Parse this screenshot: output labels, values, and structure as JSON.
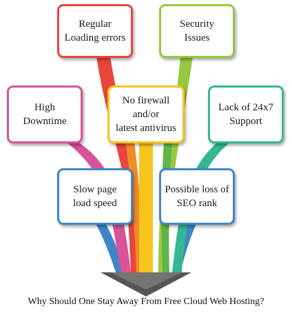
{
  "colors": {
    "red": "#e8463c",
    "green": "#97c840",
    "pink": "#d9539a",
    "yellow": "#f7c51d",
    "teal": "#34b893",
    "blue": "#3f86c8",
    "orange": "#f28a2a",
    "arrow": "#555555"
  },
  "boxes": {
    "regular": {
      "text": "Regular\nLoading errors",
      "color": "#e8463c"
    },
    "security": {
      "text": "Security\nIssues",
      "color": "#97c840"
    },
    "high": {
      "text": "High\nDowntime",
      "color": "#d9539a"
    },
    "firewall": {
      "text": "No firewall\nand/or\nlatest antivirus",
      "color": "#f7c51d"
    },
    "lack": {
      "text": "Lack of  24x7\nSupport",
      "color": "#34b893"
    },
    "slow": {
      "text": "Slow page\nload speed",
      "color": "#3f86c8"
    },
    "seo": {
      "text": "Possible loss of\nSEO rank",
      "color": "#3f86c8"
    }
  },
  "caption": "Why Should One Stay Away From Free Cloud Web Hosting?"
}
